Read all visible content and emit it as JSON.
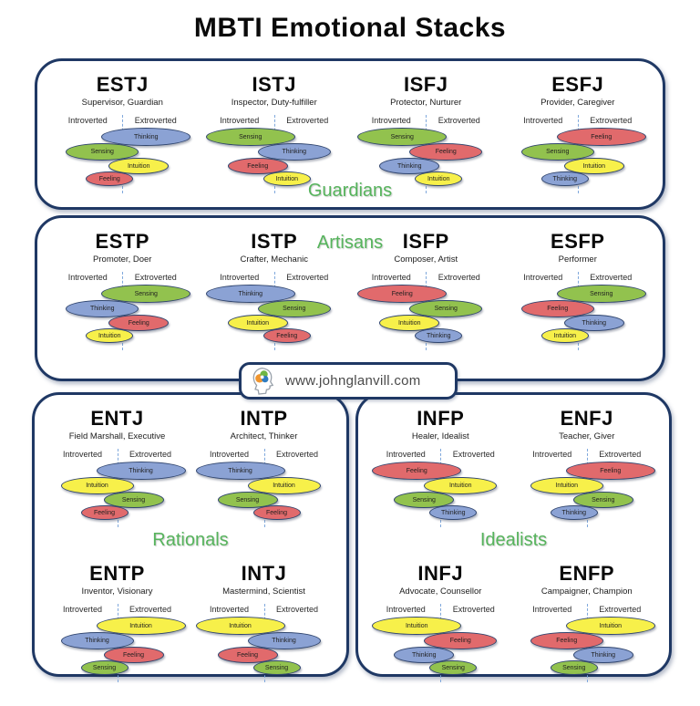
{
  "title": "MBTI Emotional Stacks",
  "website": "www.johnglanvill.com",
  "axis": {
    "left_label": "Introverted",
    "right_label": "Extroverted"
  },
  "colors": {
    "thinking": "#8BA2D4",
    "sensing": "#92C24E",
    "intuition": "#F7F04A",
    "feeling": "#E16A6C",
    "ellipse_border": "#30456E",
    "box_border": "#1F3864",
    "group_label": "#56B45C",
    "axis_line": "#7FA8DC"
  },
  "groups": [
    {
      "id": "guardians",
      "label": "Guardians",
      "types": [
        {
          "name": "ESTJ",
          "subtitle": "Supervisor, Guardian",
          "stack": [
            {
              "function": "Thinking",
              "orientation": "extroverted",
              "rank": 1
            },
            {
              "function": "Sensing",
              "orientation": "introverted",
              "rank": 2
            },
            {
              "function": "Intuition",
              "orientation": "extroverted",
              "rank": 3
            },
            {
              "function": "Feeling",
              "orientation": "introverted",
              "rank": 4
            }
          ]
        },
        {
          "name": "ISTJ",
          "subtitle": "Inspector, Duty-fulfiller",
          "stack": [
            {
              "function": "Sensing",
              "orientation": "introverted",
              "rank": 1
            },
            {
              "function": "Thinking",
              "orientation": "extroverted",
              "rank": 2
            },
            {
              "function": "Feeling",
              "orientation": "introverted",
              "rank": 3
            },
            {
              "function": "Intuition",
              "orientation": "extroverted",
              "rank": 4
            }
          ]
        },
        {
          "name": "ISFJ",
          "subtitle": "Protector, Nurturer",
          "stack": [
            {
              "function": "Sensing",
              "orientation": "introverted",
              "rank": 1
            },
            {
              "function": "Feeling",
              "orientation": "extroverted",
              "rank": 2
            },
            {
              "function": "Thinking",
              "orientation": "introverted",
              "rank": 3
            },
            {
              "function": "Intuition",
              "orientation": "extroverted",
              "rank": 4
            }
          ]
        },
        {
          "name": "ESFJ",
          "subtitle": "Provider, Caregiver",
          "stack": [
            {
              "function": "Feeling",
              "orientation": "extroverted",
              "rank": 1
            },
            {
              "function": "Sensing",
              "orientation": "introverted",
              "rank": 2
            },
            {
              "function": "Intuition",
              "orientation": "extroverted",
              "rank": 3
            },
            {
              "function": "Thinking",
              "orientation": "introverted",
              "rank": 4
            }
          ]
        }
      ]
    },
    {
      "id": "artisans",
      "label": "Artisans",
      "types": [
        {
          "name": "ESTP",
          "subtitle": "Promoter, Doer",
          "stack": [
            {
              "function": "Sensing",
              "orientation": "extroverted",
              "rank": 1
            },
            {
              "function": "Thinking",
              "orientation": "introverted",
              "rank": 2
            },
            {
              "function": "Feeling",
              "orientation": "extroverted",
              "rank": 3
            },
            {
              "function": "Intuition",
              "orientation": "introverted",
              "rank": 4
            }
          ]
        },
        {
          "name": "ISTP",
          "subtitle": "Crafter, Mechanic",
          "stack": [
            {
              "function": "Thinking",
              "orientation": "introverted",
              "rank": 1
            },
            {
              "function": "Sensing",
              "orientation": "extroverted",
              "rank": 2
            },
            {
              "function": "Intuition",
              "orientation": "introverted",
              "rank": 3
            },
            {
              "function": "Feeling",
              "orientation": "extroverted",
              "rank": 4
            }
          ]
        },
        {
          "name": "ISFP",
          "subtitle": "Composer, Artist",
          "stack": [
            {
              "function": "Feeling",
              "orientation": "introverted",
              "rank": 1
            },
            {
              "function": "Sensing",
              "orientation": "extroverted",
              "rank": 2
            },
            {
              "function": "Intuition",
              "orientation": "introverted",
              "rank": 3
            },
            {
              "function": "Thinking",
              "orientation": "extroverted",
              "rank": 4
            }
          ]
        },
        {
          "name": "ESFP",
          "subtitle": "Performer",
          "stack": [
            {
              "function": "Sensing",
              "orientation": "extroverted",
              "rank": 1
            },
            {
              "function": "Feeling",
              "orientation": "introverted",
              "rank": 2
            },
            {
              "function": "Thinking",
              "orientation": "extroverted",
              "rank": 3
            },
            {
              "function": "Intuition",
              "orientation": "introverted",
              "rank": 4
            }
          ]
        }
      ]
    },
    {
      "id": "rationals",
      "label": "Rationals",
      "types": [
        {
          "name": "ENTJ",
          "subtitle": "Field Marshall, Executive",
          "stack": [
            {
              "function": "Thinking",
              "orientation": "extroverted",
              "rank": 1
            },
            {
              "function": "Intuition",
              "orientation": "introverted",
              "rank": 2
            },
            {
              "function": "Sensing",
              "orientation": "extroverted",
              "rank": 3
            },
            {
              "function": "Feeling",
              "orientation": "introverted",
              "rank": 4
            }
          ]
        },
        {
          "name": "INTP",
          "subtitle": "Architect, Thinker",
          "stack": [
            {
              "function": "Thinking",
              "orientation": "introverted",
              "rank": 1
            },
            {
              "function": "Intuition",
              "orientation": "extroverted",
              "rank": 2
            },
            {
              "function": "Sensing",
              "orientation": "introverted",
              "rank": 3
            },
            {
              "function": "Feeling",
              "orientation": "extroverted",
              "rank": 4
            }
          ]
        },
        {
          "name": "ENTP",
          "subtitle": "Inventor, Visionary",
          "stack": [
            {
              "function": "Intuition",
              "orientation": "extroverted",
              "rank": 1
            },
            {
              "function": "Thinking",
              "orientation": "introverted",
              "rank": 2
            },
            {
              "function": "Feeling",
              "orientation": "extroverted",
              "rank": 3
            },
            {
              "function": "Sensing",
              "orientation": "introverted",
              "rank": 4
            }
          ]
        },
        {
          "name": "INTJ",
          "subtitle": "Mastermind, Scientist",
          "stack": [
            {
              "function": "Intuition",
              "orientation": "introverted",
              "rank": 1
            },
            {
              "function": "Thinking",
              "orientation": "extroverted",
              "rank": 2
            },
            {
              "function": "Feeling",
              "orientation": "introverted",
              "rank": 3
            },
            {
              "function": "Sensing",
              "orientation": "extroverted",
              "rank": 4
            }
          ]
        }
      ]
    },
    {
      "id": "idealists",
      "label": "Idealists",
      "types": [
        {
          "name": "INFP",
          "subtitle": "Healer, Idealist",
          "stack": [
            {
              "function": "Feeling",
              "orientation": "introverted",
              "rank": 1
            },
            {
              "function": "Intuition",
              "orientation": "extroverted",
              "rank": 2
            },
            {
              "function": "Sensing",
              "orientation": "introverted",
              "rank": 3
            },
            {
              "function": "Thinking",
              "orientation": "extroverted",
              "rank": 4
            }
          ]
        },
        {
          "name": "ENFJ",
          "subtitle": "Teacher, Giver",
          "stack": [
            {
              "function": "Feeling",
              "orientation": "extroverted",
              "rank": 1
            },
            {
              "function": "Intuition",
              "orientation": "introverted",
              "rank": 2
            },
            {
              "function": "Sensing",
              "orientation": "extroverted",
              "rank": 3
            },
            {
              "function": "Thinking",
              "orientation": "introverted",
              "rank": 4
            }
          ]
        },
        {
          "name": "INFJ",
          "subtitle": "Advocate, Counsellor",
          "stack": [
            {
              "function": "Intuition",
              "orientation": "introverted",
              "rank": 1
            },
            {
              "function": "Feeling",
              "orientation": "extroverted",
              "rank": 2
            },
            {
              "function": "Thinking",
              "orientation": "introverted",
              "rank": 3
            },
            {
              "function": "Sensing",
              "orientation": "extroverted",
              "rank": 4
            }
          ]
        },
        {
          "name": "ENFP",
          "subtitle": "Campaigner, Champion",
          "stack": [
            {
              "function": "Intuition",
              "orientation": "extroverted",
              "rank": 1
            },
            {
              "function": "Feeling",
              "orientation": "introverted",
              "rank": 2
            },
            {
              "function": "Thinking",
              "orientation": "extroverted",
              "rank": 3
            },
            {
              "function": "Sensing",
              "orientation": "introverted",
              "rank": 4
            }
          ]
        }
      ]
    }
  ]
}
